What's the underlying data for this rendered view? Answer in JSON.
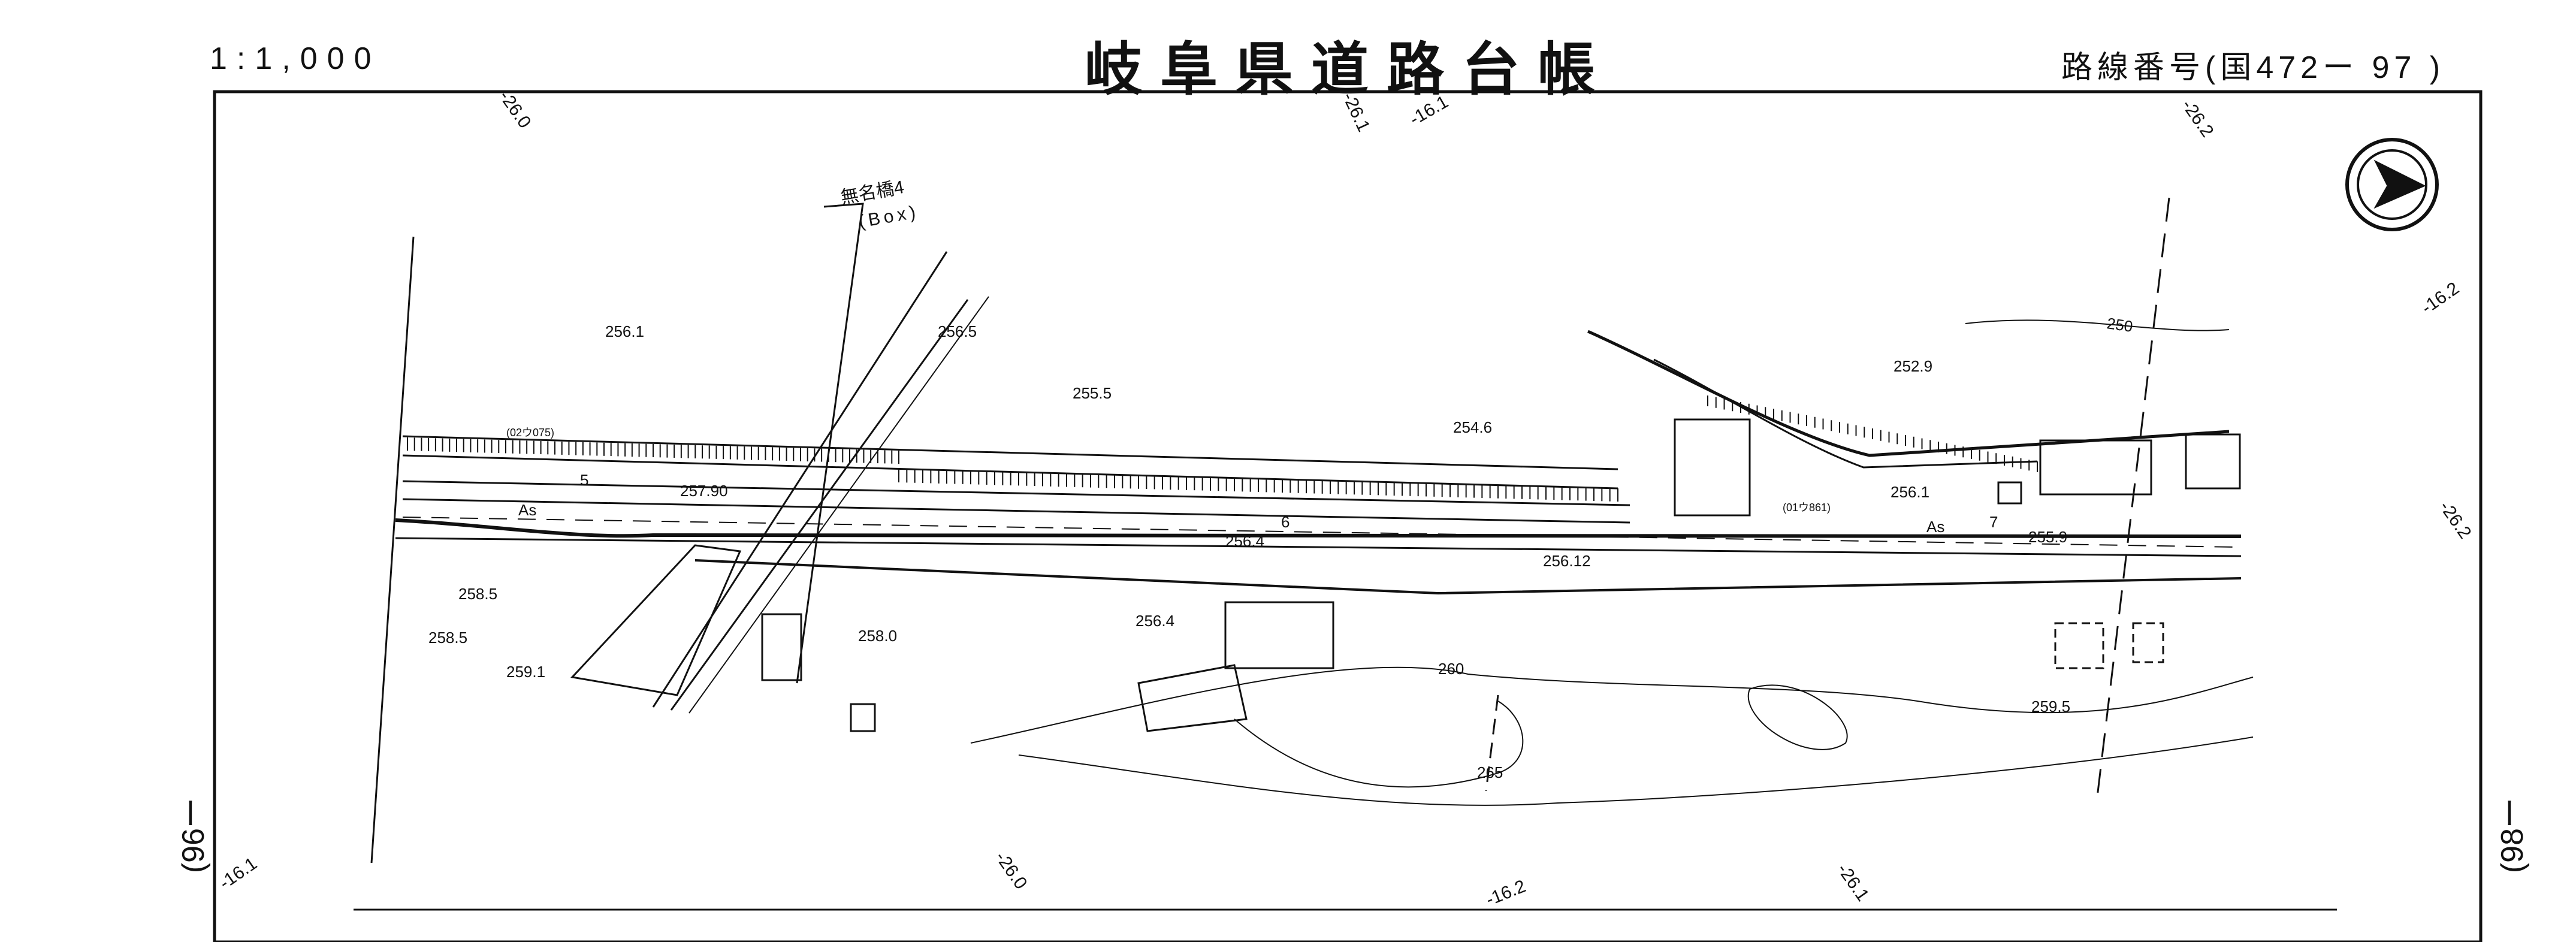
{
  "header": {
    "scale": "1:1,000",
    "title": "岐阜県道路台帳",
    "route_label": "路線番号(国472ー 97 )",
    "route_number": ""
  },
  "side_labels": {
    "left": "(96ー",
    "right": "(98ー"
  },
  "north_arrow": {
    "icon": "north-arrow-icon"
  },
  "bridge": {
    "name": "無名橋4",
    "type": "(Box)"
  },
  "station_marks": [
    "5",
    "6",
    "7"
  ],
  "pavement_labels": [
    "As",
    "As"
  ],
  "benchmark_labels": [
    "(02ウ075)",
    "(01ウ861)"
  ],
  "elevations": [
    "256.1",
    "256.5",
    "255.5",
    "254.6",
    "252.9",
    "256.1",
    "257.90",
    "256.4",
    "256.12",
    "255.9",
    "258.5",
    "258.5",
    "259.1",
    "258.0",
    "256.4",
    "259.5"
  ],
  "contours": [
    "250",
    "260",
    "265"
  ],
  "grid_labels": [
    "-26.0",
    "-26.1",
    "-16.1",
    "-26.2",
    "-16.2",
    "-26.2",
    "-16.1",
    "-26.0",
    "-16.2",
    "-26.1"
  ],
  "colors": {
    "ink": "#111111",
    "paper": "#ffffff"
  }
}
